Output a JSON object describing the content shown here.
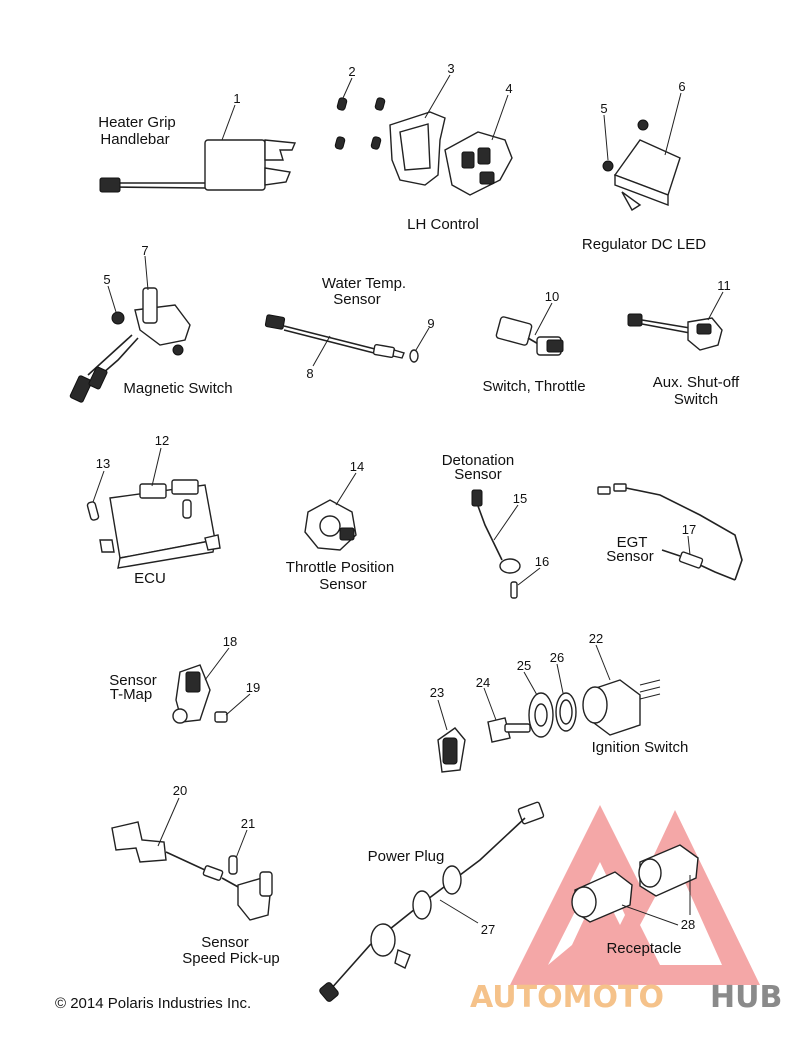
{
  "labels": {
    "heater_grip": [
      "Heater Grip",
      "Handlebar"
    ],
    "lh_control": "LH Control",
    "regulator": "Regulator DC LED",
    "water_temp": [
      "Water Temp.",
      "Sensor"
    ],
    "magnetic_switch": "Magnetic Switch",
    "switch_throttle": "Switch, Throttle",
    "aux_shutoff": [
      "Aux. Shut-off",
      "Switch"
    ],
    "ecu": "ECU",
    "throttle_position": [
      "Throttle Position",
      "Sensor"
    ],
    "detonation": [
      "Detonation",
      "Sensor"
    ],
    "egt": [
      "EGT",
      "Sensor"
    ],
    "sensor_tmap": [
      "Sensor",
      "T-Map"
    ],
    "ignition_switch": "Ignition Switch",
    "power_plug": "Power Plug",
    "speed_pickup": [
      "Sensor",
      "Speed Pick-up"
    ],
    "receptacle": "Receptacle"
  },
  "callouts": {
    "c1": "1",
    "c2": "2",
    "c3": "3",
    "c4": "4",
    "c5a": "5",
    "c6": "6",
    "c7": "7",
    "c5b": "5",
    "c8": "8",
    "c9": "9",
    "c10": "10",
    "c11": "11",
    "c12": "12",
    "c13": "13",
    "c14": "14",
    "c15": "15",
    "c16": "16",
    "c17": "17",
    "c18": "18",
    "c19": "19",
    "c22": "22",
    "c23": "23",
    "c24": "24",
    "c25": "25",
    "c26": "26",
    "c20": "20",
    "c21": "21",
    "c27": "27",
    "c28": "28"
  },
  "copyright": "© 2014 Polaris Industries Inc.",
  "watermark": {
    "part1": "AUTOMOTO",
    "part2": "HUB",
    "colors": {
      "triangle": "#f08a8a",
      "text_orange": "#f5c28a",
      "text_gray": "#8a8a8a"
    }
  }
}
